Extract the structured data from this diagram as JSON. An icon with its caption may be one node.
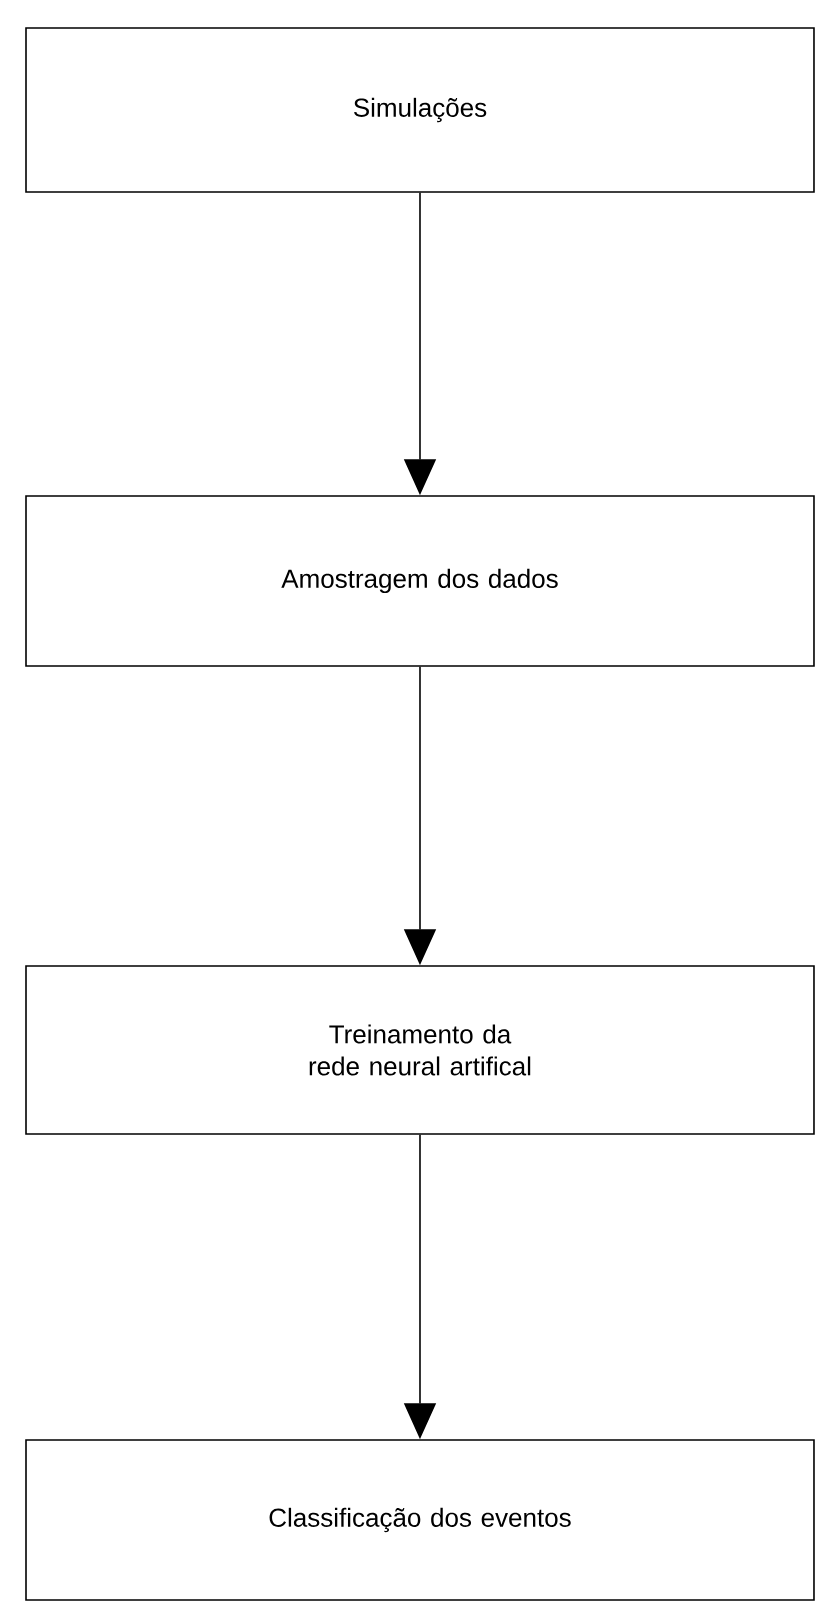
{
  "diagram": {
    "nodes": [
      {
        "text": [
          "Simulações"
        ]
      },
      {
        "text": [
          "Amostragem dos dados"
        ]
      },
      {
        "text": [
          "Treinamento da rede neural artifical"
        ]
      },
      {
        "text": [
          "Classificação dos eventos"
        ]
      }
    ],
    "edges": [
      {
        "from": 0,
        "to": 1,
        "arrow": "to"
      },
      {
        "from": 1,
        "to": 2,
        "arrow": "to"
      },
      {
        "from": 2,
        "to": 3,
        "arrow": "to"
      }
    ]
  }
}
